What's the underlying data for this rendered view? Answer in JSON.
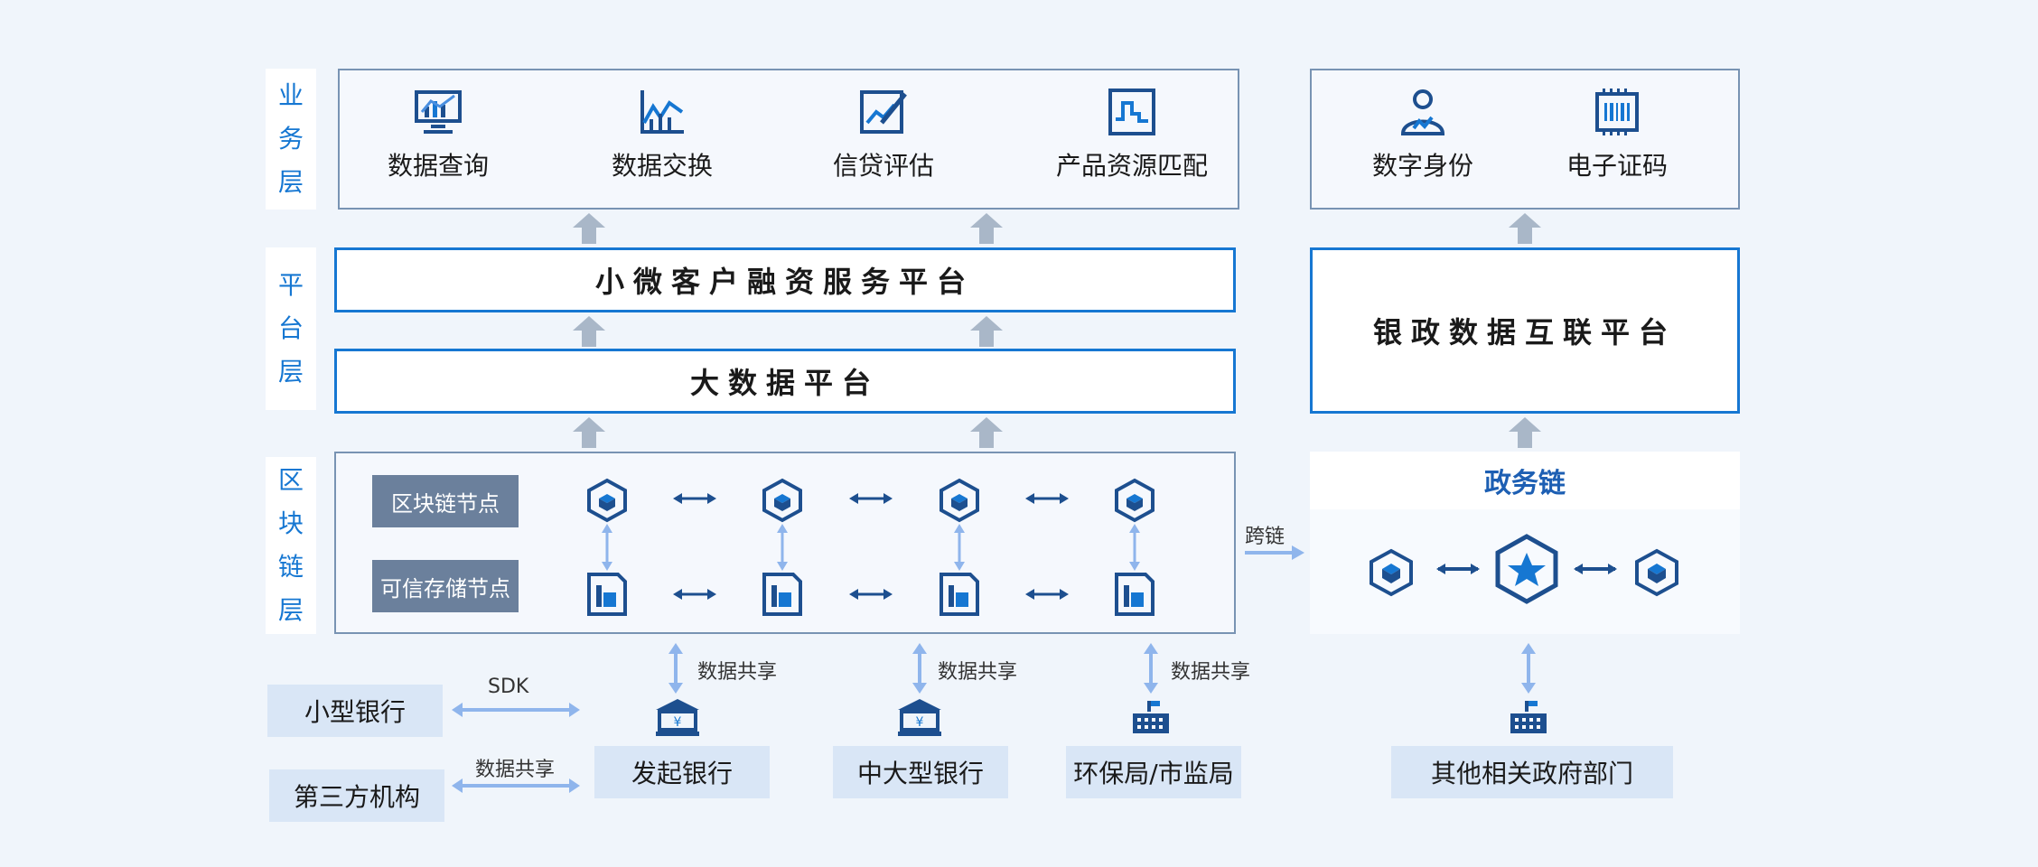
{
  "layers": {
    "business": [
      "业",
      "务",
      "层"
    ],
    "platform": [
      "平",
      "台",
      "层"
    ],
    "blockchain": [
      "区",
      "块",
      "链",
      "层"
    ]
  },
  "business_items_left": [
    {
      "label": "数据查询",
      "icon": "monitor-chart-icon"
    },
    {
      "label": "数据交换",
      "icon": "line-chart-icon"
    },
    {
      "label": "信贷评估",
      "icon": "edit-chart-icon"
    },
    {
      "label": "产品资源匹配",
      "icon": "waveform-icon"
    }
  ],
  "business_items_right": [
    {
      "label": "数字身份",
      "icon": "person-id-icon"
    },
    {
      "label": "电子证码",
      "icon": "barcode-chip-icon"
    }
  ],
  "platforms": {
    "sme_finance": "小微客户融资服务平台",
    "big_data": "大数据平台",
    "bank_gov": "银政数据互联平台"
  },
  "blockchain": {
    "node_tag": "区块链节点",
    "storage_tag": "可信存储节点",
    "cross_chain": "跨链",
    "gov_chain": "政务链"
  },
  "sharing": {
    "data_share": "数据共享",
    "sdk": "SDK"
  },
  "orgs": {
    "small_bank": "小型银行",
    "third_party": "第三方机构",
    "initiating_bank": "发起银行",
    "mid_large_bank": "中大型银行",
    "env_market": "环保局/市监局",
    "other_gov": "其他相关政府部门"
  },
  "colors": {
    "accent_blue": "#1677d2",
    "dark_blue": "#1d4f8f",
    "arrow_gray": "#a9b7c8",
    "light_arrow": "#8fb5ec",
    "tag_gray": "#6b809c",
    "org_bg": "#d9e6f6"
  }
}
